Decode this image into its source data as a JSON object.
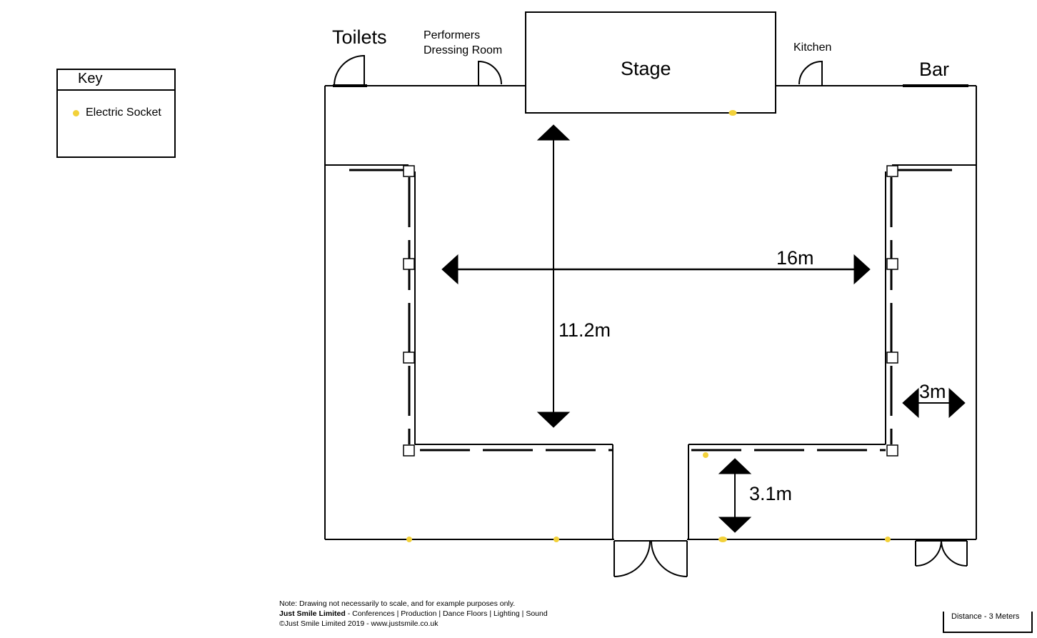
{
  "rooms": {
    "toilets": "Toilets",
    "dressing_room_line1": "Performers",
    "dressing_room_line2": "Dressing Room",
    "stage": "Stage",
    "kitchen": "Kitchen",
    "bar": "Bar"
  },
  "dimensions": {
    "width": "16m",
    "depth": "11.2m",
    "side": "3m",
    "entrance": "3.1m"
  },
  "key": {
    "title": "Key",
    "socket_label": "Electric Socket",
    "socket_color": "#f2d13a"
  },
  "footer": {
    "note": "Note: Drawing not necessarily to scale, and for example purposes only.",
    "company": "Just Smile Limited",
    "services": " - Conferences | Production | Dance Floors | Lighting | Sound",
    "copyright": "©Just Smile Limited 2019 - www.justsmile.co.uk"
  },
  "scale_bar": {
    "label": "Distance - 3 Meters"
  }
}
